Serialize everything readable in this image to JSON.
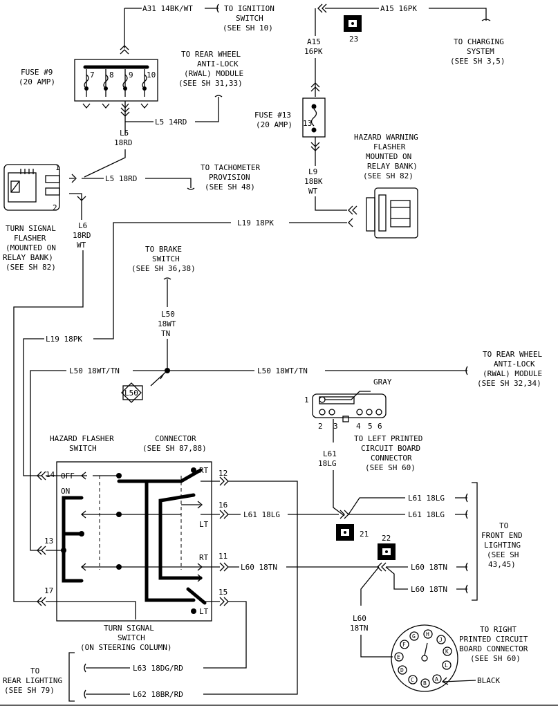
{
  "labels": {
    "a31": "A31 14BK/WT",
    "to_ignition": [
      "TO IGNITION",
      "SWITCH",
      "(SEE SH 10)"
    ],
    "a15_top": "A15 16PK",
    "to_charging": [
      "TO CHARGING",
      "SYSTEM",
      "(SEE SH 3,5)"
    ],
    "conn23": "23",
    "a15_side": [
      "A15",
      "16PK"
    ],
    "fuse9": [
      "FUSE #9",
      "(20 AMP)"
    ],
    "fuse9_pins": [
      "7",
      "8",
      "9",
      "10"
    ],
    "to_rwal_1": [
      "TO REAR WHEEL",
      "ANTI-LOCK",
      "(RWAL) MODULE",
      "(SEE SH 31,33)"
    ],
    "l5_14rd": "L5 14RD",
    "l5_18rd_v": [
      "L5",
      "18RD"
    ],
    "fuse13": [
      "FUSE #13",
      "(20 AMP)"
    ],
    "fuse13_pin": "13",
    "hazard_flasher": [
      "HAZARD WARNING",
      "FLASHER",
      "MOUNTED ON",
      "RELAY BANK)",
      "(SEE SH 82)"
    ],
    "l9": [
      "L9",
      "18BK",
      "WT"
    ],
    "pin1": "1",
    "pin2": "2",
    "l5_18rd_h": "L5 18RD",
    "to_tach": [
      "TO TACHOMETER",
      "PROVISION",
      "(SEE SH 48)"
    ],
    "turn_flasher": [
      "TURN SIGNAL",
      "FLASHER",
      "(MOUNTED ON",
      "RELAY BANK)",
      "(SEE SH 82)"
    ],
    "l6": [
      "L6",
      "18RD",
      "WT"
    ],
    "l19_top": "L19 18PK",
    "to_brake": [
      "TO BRAKE",
      "SWITCH",
      "(SEE SH 36,38)"
    ],
    "l50_v": [
      "L50",
      "18WT",
      "TN"
    ],
    "l19_left": "L19 18PK",
    "l50_left": "L50 18WT/TN",
    "l50_right": "L50 18WT/TN",
    "to_rwal_2": [
      "TO REAR WHEEL",
      "ANTI-LOCK",
      "(RWAL) MODULE",
      "(SEE SH 32,34)"
    ],
    "l50_tag": "L50",
    "gray": "GRAY",
    "conn_pins": [
      "1",
      "2",
      "3",
      "4",
      "5",
      "6"
    ],
    "to_left_pcb": [
      "TO LEFT PRINTED",
      "CIRCUIT BOARD",
      "CONNECTOR",
      "(SEE SH 60)"
    ],
    "hazard_switch": [
      "HAZARD FLASHER",
      "SWITCH"
    ],
    "connector_ref": [
      "CONNECTOR",
      "(SEE SH 87,88)"
    ],
    "l61_v": [
      "L61",
      "18LG"
    ],
    "sw_pins": {
      "p14": "14",
      "p13": "13",
      "p17": "17",
      "p12": "12",
      "p16": "16",
      "p11": "11",
      "p15": "15"
    },
    "sw_states": {
      "off": "OFF",
      "on": "ON",
      "rt": "RT",
      "lt": "LT"
    },
    "l61_a": "L61 18LG",
    "l61_b": "L61 18LG",
    "l61_c": "L61 18LG",
    "conn21": "21",
    "conn22": "22",
    "to_front": [
      "TO",
      "FRONT END",
      "LIGHTING",
      "(SEE SH",
      "43,45)"
    ],
    "l60_a": "L60 18TN",
    "l60_b": "L60 18TN",
    "l60_c": "L60 18TN",
    "l60_v": [
      "L60",
      "18TN"
    ],
    "turn_switch": [
      "TURN SIGNAL",
      "SWITCH",
      "(ON STEERING COLUMN)"
    ],
    "to_right_pcb": [
      "TO RIGHT",
      "PRINTED CIRCUIT",
      "BOARD CONNECTOR",
      "(SEE SH 60)"
    ],
    "black": "BLACK",
    "round_pins": [
      "G",
      "H",
      "J",
      "K",
      "L",
      "A",
      "B",
      "C",
      "D",
      "E",
      "F"
    ],
    "to_rear": [
      "TO",
      "REAR LIGHTING",
      "(SEE SH 79)"
    ],
    "l63": "L63 18DG/RD",
    "l62": "L62 18BR/RD"
  }
}
